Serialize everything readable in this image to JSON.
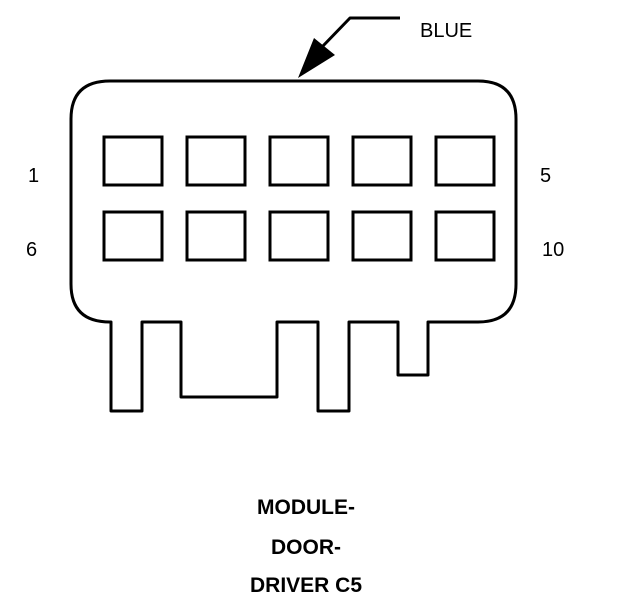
{
  "connector": {
    "color_label": "BLUE",
    "pin_labels": {
      "top_left": "1",
      "top_right": "5",
      "bottom_left": "6",
      "bottom_right": "10"
    },
    "cavity_rows": 2,
    "cavities_per_row": 5
  },
  "caption": {
    "line1": "MODULE-",
    "line2": "DOOR-",
    "line3": "DRIVER C5"
  }
}
